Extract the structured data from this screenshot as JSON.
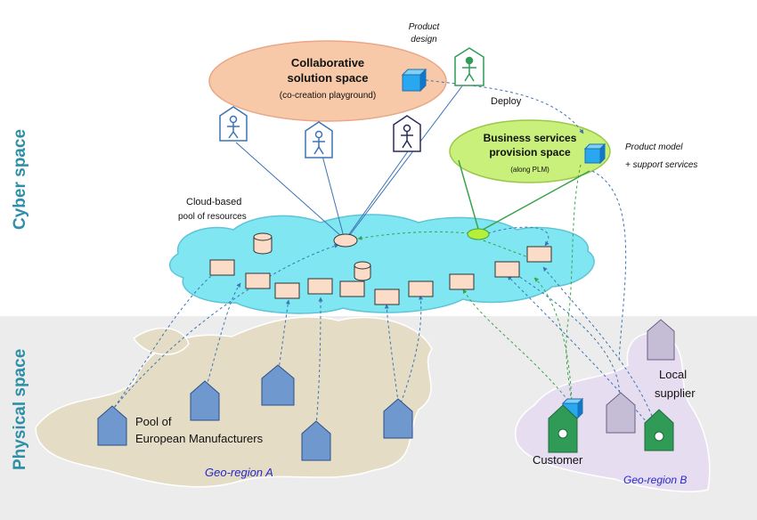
{
  "labels": {
    "cyber_space": "Cyber space",
    "physical_space": "Physical space",
    "collab_title_1": "Collaborative",
    "collab_title_2": "solution space",
    "collab_sub": "(co-creation playground)",
    "product_design_1": "Product",
    "product_design_2": "design",
    "deploy": "Deploy",
    "biz_title_1": "Business services",
    "biz_title_2": "provision space",
    "biz_sub": "(along PLM)",
    "product_model_1": "Product model",
    "product_model_2": "+ support services",
    "cloud_1": "Cloud-based",
    "cloud_2": "pool of resources",
    "pool_1": "Pool of",
    "pool_2": "European Manufacturers",
    "geo_a": "Geo-region A",
    "local_1": "Local",
    "local_2": "supplier",
    "customer": "Customer",
    "geo_b": "Geo-region B"
  },
  "colors": {
    "physical_band": "#ececec",
    "side_label": "#2f8fa8",
    "collab_fill": "#f8c9a8",
    "biz_fill": "#c8f07a",
    "cloud_fill": "#7fe6f2",
    "resource_fill": "#fbdcc8",
    "europe_land": "#e4dcc4",
    "region_b": "#e6def0",
    "factory_blue": "#6f98cf",
    "factory_green": "#2f9b57",
    "supplier_fill": "#c5bdd6",
    "geo_label": "#2727c9",
    "link_blue": "#3b73b4",
    "link_green": "#3aa34a"
  },
  "icons": {
    "actor": "person-in-frame-icon",
    "factory": "factory-house-icon",
    "product": "cube-icon",
    "resource": "resource-box-icon",
    "database": "database-cylinder-icon"
  }
}
